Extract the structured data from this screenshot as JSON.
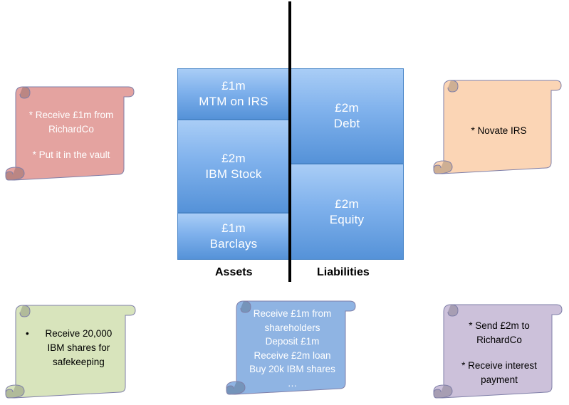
{
  "balance_sheet": {
    "assets": [
      {
        "amount": "£1m",
        "label": "MTM on IRS"
      },
      {
        "amount": "£2m",
        "label": "IBM Stock"
      },
      {
        "amount": "£1m",
        "label": "Barclays"
      }
    ],
    "liabilities": [
      {
        "amount": "£2m",
        "label": "Debt"
      },
      {
        "amount": "£2m",
        "label": "Equity"
      }
    ],
    "assets_label": "Assets",
    "liabilities_label": "Liabilities"
  },
  "scrolls": {
    "top_left": {
      "lines": [
        "* Receive £1m from RichardCo",
        "* Put it in the vault"
      ],
      "color": "#e4a3a0",
      "text_color": "#ffffff"
    },
    "top_right": {
      "lines": [
        "* Novate IRS"
      ],
      "color": "#fbd5b5",
      "text_color": "#000000"
    },
    "bottom_left": {
      "bullet": "•",
      "text": "Receive 20,000 IBM shares for safekeeping",
      "color": "#d8e4bc",
      "text_color": "#000000"
    },
    "bottom_center": {
      "lines": [
        "Receive £1m from shareholders",
        "Deposit £1m",
        "Receive £2m loan",
        "Buy 20k IBM shares",
        "…"
      ],
      "color": "#8fb4e3",
      "text_color": "#ffffff"
    },
    "bottom_right": {
      "lines": [
        "* Send £2m to RichardCo",
        "* Receive interest payment"
      ],
      "color": "#ccc1da",
      "text_color": "#000000"
    }
  }
}
